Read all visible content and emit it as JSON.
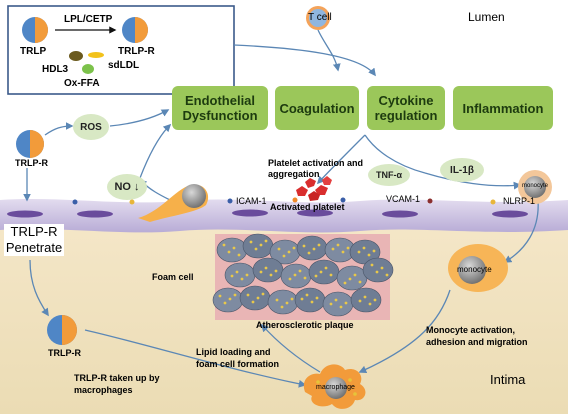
{
  "inset": {
    "trlp_label": "TRLP",
    "enzyme_label": "LPL/CETP",
    "trlp_r_label": "TRLP-R",
    "hdl3_label": "HDL3",
    "sdldl_label": "sdLDL",
    "oxffa_label": "Ox-FFA"
  },
  "lumen_label": "Lumen",
  "intima_label": "Intima",
  "tcell_label": "T cell",
  "processes": {
    "endothelial": "Endothelial Dysfunction",
    "coagulation": "Coagulation",
    "cytokine": "Cytokine regulation",
    "inflammation": "Inflammation"
  },
  "ros_label": "ROS",
  "no_label": "NO ↓",
  "trlp_r_left_label": "TRLP-R",
  "trlp_r_penetrate_label": "TRLP-R Penetrate",
  "platelet_activation_label": "Platelet activation and aggregation",
  "activated_platelet_label": "Activated platelet",
  "tnf_label": "TNF-α",
  "il1b_label": "IL-1β",
  "monocyte_lumen_label": "monocyte",
  "icam_label": "ICAM-1",
  "vcam_label": "VCAM-1",
  "nlrp_label": "NLRP-1",
  "monocyte_wall_label": "monocyte",
  "foam_cell_label": "Foam cell",
  "plaque_label": "Atherosclerotic plaque",
  "trlp_r_intima_label": "TRLP-R",
  "lipid_loading_label": "Lipid loading and foam cell formation",
  "uptake_label": "TRLP-R taken up by macrophages",
  "monocyte_activation_label": "Monocyte activation, adhesion and migration",
  "macrophage_label": "macrophage",
  "colors": {
    "process_box": "#9bc75a",
    "arrow": "#5b87b5",
    "endothelium": "#c9bfe0",
    "intima": "#efe3c4",
    "plaque": "#e9b5b5",
    "lipoprotein_blue": "#4f86c6",
    "lipoprotein_orange": "#f29b3a",
    "platelet": "#d92e2e"
  }
}
